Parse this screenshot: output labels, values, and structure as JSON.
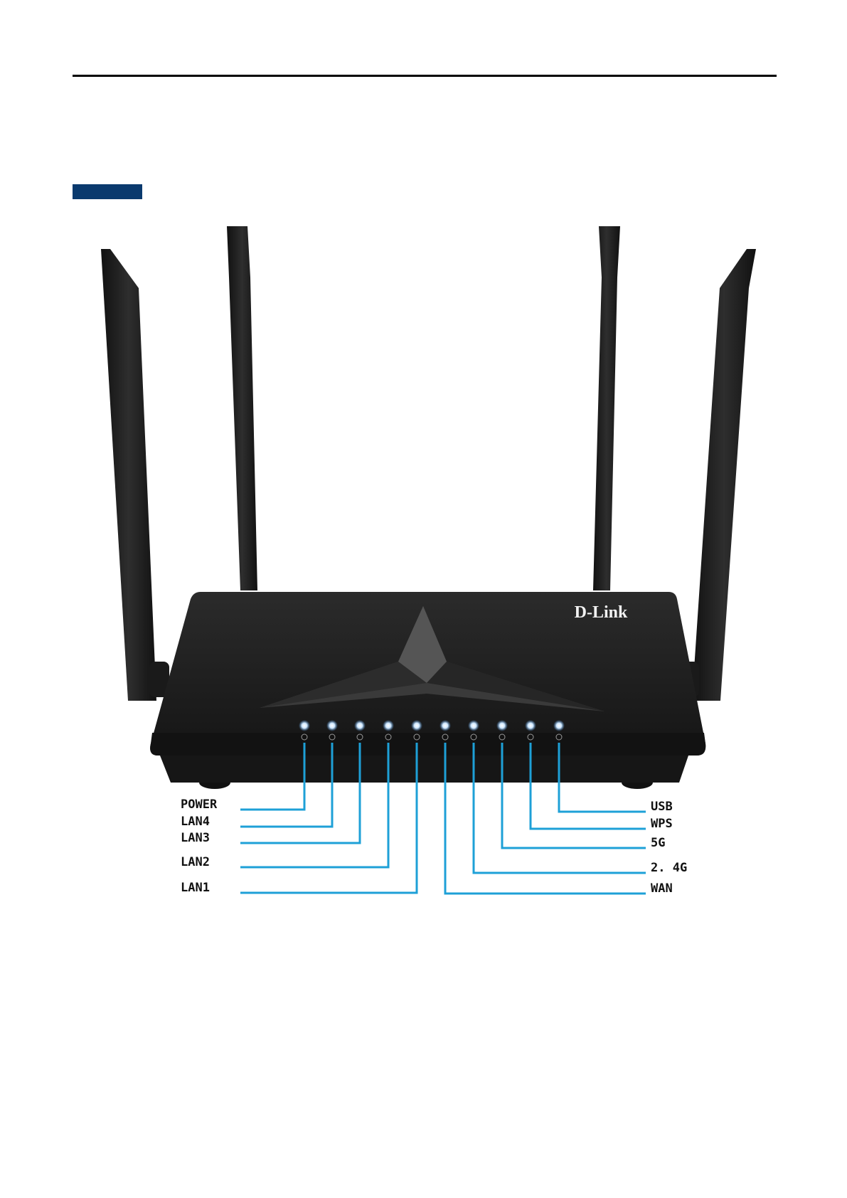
{
  "router": {
    "brand": "D-Link"
  },
  "colors": {
    "body": "#1f1f1f",
    "line": "#1ea0d7",
    "tag": "#0a3a6e",
    "led": "#cfe8ff"
  },
  "leds": [
    "power-icon",
    "lan4-icon",
    "lan3-icon",
    "lan2-icon",
    "lan1-icon",
    "wan-icon",
    "wifi-24g-icon",
    "wifi-5g-icon",
    "wps-icon",
    "usb-icon"
  ],
  "labels": {
    "left": [
      "POWER",
      "LAN4",
      "LAN3",
      "LAN2",
      "LAN1"
    ],
    "right": [
      "USB",
      "WPS",
      "5G",
      "2. 4G",
      "WAN"
    ]
  }
}
